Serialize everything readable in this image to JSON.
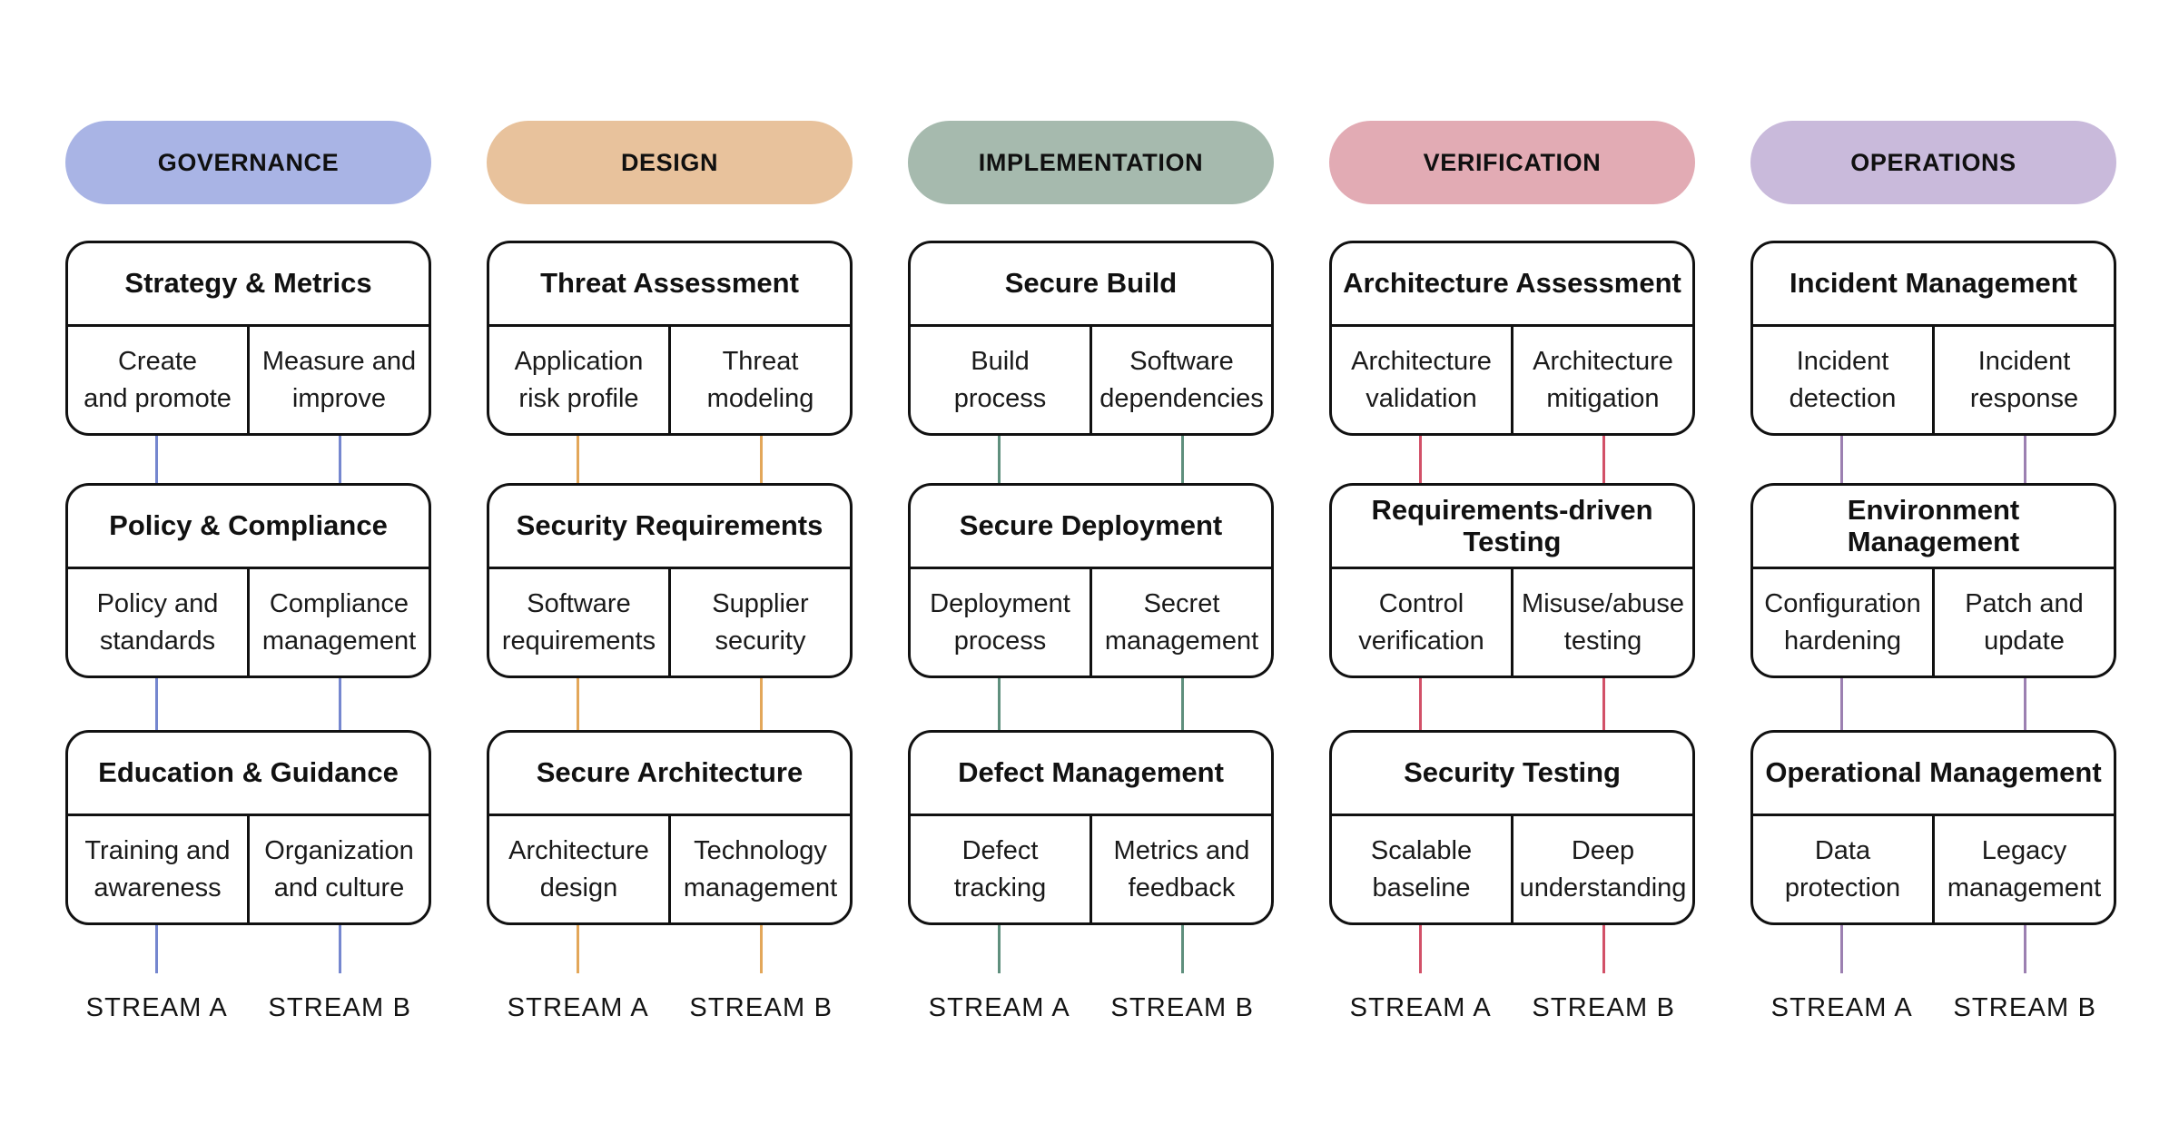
{
  "page": {
    "background": "#ffffff",
    "border_color": "#111111",
    "text_color": "#111111"
  },
  "stream_labels": {
    "a": "STREAM A",
    "b": "STREAM B"
  },
  "columns": [
    {
      "name": "governance",
      "header": "GOVERNANCE",
      "header_color": "#a9b4e5",
      "line_color": "#7587cf",
      "practices": [
        {
          "title": "Strategy & Metrics",
          "stream_a": [
            "Create",
            "and promote"
          ],
          "stream_b": [
            "Measure and",
            "improve"
          ]
        },
        {
          "title": "Policy & Compliance",
          "stream_a": [
            "Policy and",
            "standards"
          ],
          "stream_b": [
            "Compliance",
            "management"
          ]
        },
        {
          "title": "Education & Guidance",
          "stream_a": [
            "Training and",
            "awareness"
          ],
          "stream_b": [
            "Organization",
            "and culture"
          ]
        }
      ]
    },
    {
      "name": "design",
      "header": "DESIGN",
      "header_color": "#e8c29c",
      "line_color": "#e3a75a",
      "practices": [
        {
          "title": "Threat Assessment",
          "stream_a": [
            "Application",
            "risk profile"
          ],
          "stream_b": [
            "Threat",
            "modeling"
          ]
        },
        {
          "title": "Security Requirements",
          "stream_a": [
            "Software",
            "requirements"
          ],
          "stream_b": [
            "Supplier",
            "security"
          ]
        },
        {
          "title": "Secure Architecture",
          "stream_a": [
            "Architecture",
            "design"
          ],
          "stream_b": [
            "Technology",
            "management"
          ]
        }
      ]
    },
    {
      "name": "implementation",
      "header": "IMPLEMENTATION",
      "header_color": "#a6baae",
      "line_color": "#5f8f7d",
      "practices": [
        {
          "title": "Secure Build",
          "stream_a": [
            "Build",
            "process"
          ],
          "stream_b": [
            "Software",
            "dependencies"
          ]
        },
        {
          "title": "Secure Deployment",
          "stream_a": [
            "Deployment",
            "process"
          ],
          "stream_b": [
            "Secret",
            "management"
          ]
        },
        {
          "title": "Defect Management",
          "stream_a": [
            "Defect",
            "tracking"
          ],
          "stream_b": [
            "Metrics and",
            "feedback"
          ]
        }
      ]
    },
    {
      "name": "verification",
      "header": "VERIFICATION",
      "header_color": "#e2abb4",
      "line_color": "#d25168",
      "practices": [
        {
          "title": "Architecture Assessment",
          "stream_a": [
            "Architecture",
            "validation"
          ],
          "stream_b": [
            "Architecture",
            "mitigation"
          ]
        },
        {
          "title": [
            "Requirements-driven",
            "Testing"
          ],
          "stream_a": [
            "Control",
            "verification"
          ],
          "stream_b": [
            "Misuse/abuse",
            "testing"
          ]
        },
        {
          "title": "Security Testing",
          "stream_a": [
            "Scalable",
            "baseline"
          ],
          "stream_b": [
            "Deep",
            "understanding"
          ]
        }
      ]
    },
    {
      "name": "operations",
      "header": "OPERATIONS",
      "header_color": "#c9badb",
      "line_color": "#9c80b1",
      "practices": [
        {
          "title": "Incident Management",
          "stream_a": [
            "Incident",
            "detection"
          ],
          "stream_b": [
            "Incident",
            "response"
          ]
        },
        {
          "title": "Environment Management",
          "stream_a": [
            "Configuration",
            "hardening"
          ],
          "stream_b": [
            "Patch and",
            "update"
          ]
        },
        {
          "title": "Operational Management",
          "stream_a": [
            "Data",
            "protection"
          ],
          "stream_b": [
            "Legacy",
            "management"
          ]
        }
      ]
    }
  ]
}
